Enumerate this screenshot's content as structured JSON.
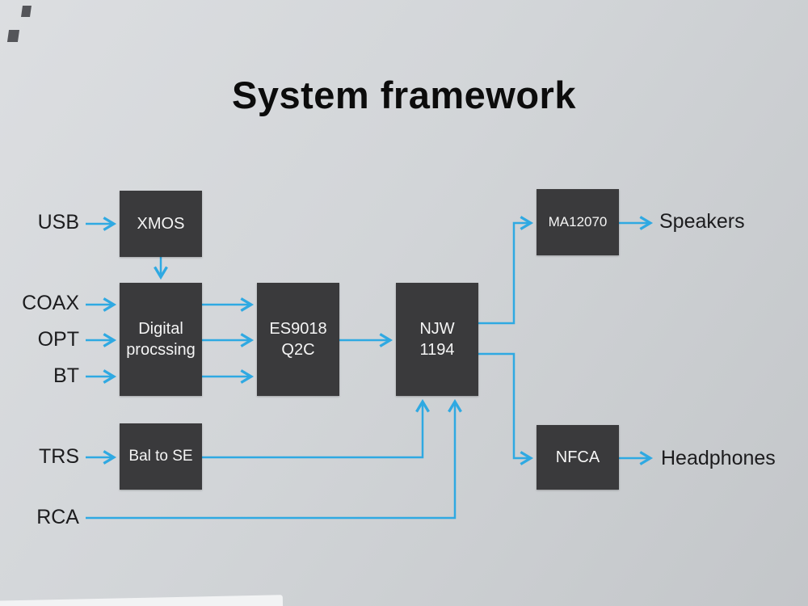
{
  "title": "System framework",
  "colors": {
    "arrow": "#2fa9e2",
    "block_bg": "#3a3a3c",
    "block_text": "#f5f5f5",
    "label": "#1c1c1e",
    "bg_light": "#dcdee1",
    "bg_dark": "#c3c6c9"
  },
  "inputs": {
    "usb": "USB",
    "coax": "COAX",
    "opt": "OPT",
    "bt": "BT",
    "trs": "TRS",
    "rca": "RCA"
  },
  "outputs": {
    "speakers": "Speakers",
    "headphones": "Headphones"
  },
  "blocks": {
    "xmos": "XMOS",
    "digital": "Digital\nprocssing",
    "es9018": "ES9018\nQ2C",
    "njw": "NJW\n1194",
    "bal_to_se": "Bal to SE",
    "ma12070": "MA12070",
    "nfca": "NFCA"
  }
}
